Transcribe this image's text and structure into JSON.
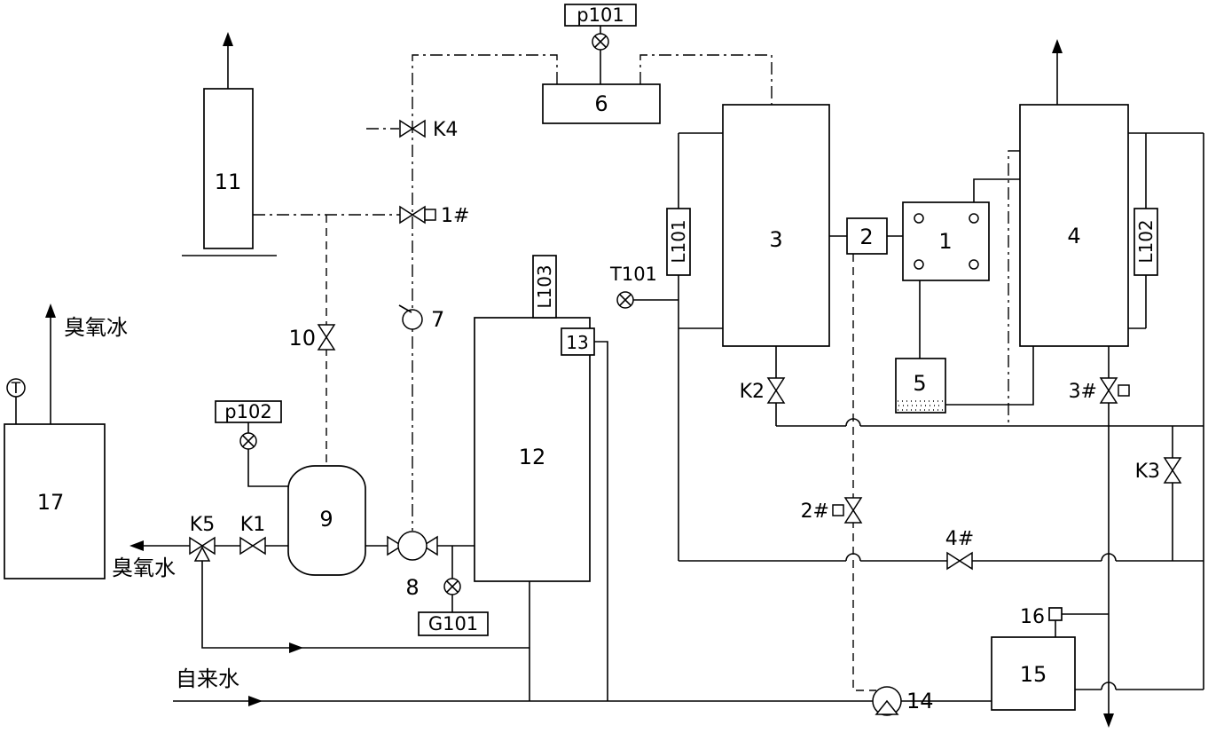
{
  "colors": {
    "line": "#000000",
    "background": "#ffffff"
  },
  "equipment": {
    "unit1": "1",
    "unit2": "2",
    "unit3": "3",
    "unit4": "4",
    "unit5": "5",
    "unit6": "6",
    "unit7": "7",
    "unit8": "8",
    "unit9": "9",
    "unit10": "10",
    "unit11": "11",
    "unit12": "12",
    "unit13": "13",
    "unit14": "14",
    "unit15": "15",
    "unit16": "16",
    "unit17": "17"
  },
  "valves": {
    "k1": "K1",
    "k2": "K2",
    "k3": "K3",
    "k4": "K4",
    "k5": "K5",
    "n1": "1#",
    "n2": "2#",
    "n3": "3#",
    "n4": "4#"
  },
  "instruments": {
    "p101": "p101",
    "p102": "p102",
    "t101": "T101",
    "g101": "G101",
    "l101": "L101",
    "l102": "L102",
    "l103": "L103",
    "t_gauge": "T"
  },
  "streams": {
    "ozone_ice": "臭氧冰",
    "ozone_water": "臭氧水",
    "tap_water": "自来水"
  }
}
